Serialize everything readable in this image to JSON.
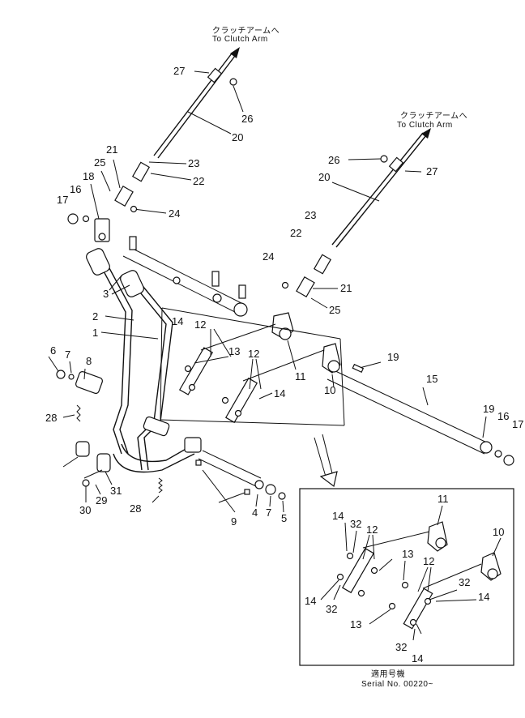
{
  "captions": {
    "top_left_jp": "クラッチアームへ",
    "top_left_en": "To Clutch Arm",
    "top_right_jp": "クラッチアームへ",
    "top_right_en": "To Clutch Arm",
    "serial_jp": "適用号機",
    "serial_en": "Serial No. 00220~"
  },
  "part_labels": [
    {
      "id": "l27a",
      "text": "27"
    },
    {
      "id": "l26a",
      "text": "26"
    },
    {
      "id": "l20a",
      "text": "20"
    },
    {
      "id": "l21a",
      "text": "21"
    },
    {
      "id": "l25a",
      "text": "25"
    },
    {
      "id": "l23a",
      "text": "23"
    },
    {
      "id": "l18",
      "text": "18"
    },
    {
      "id": "l22a",
      "text": "22"
    },
    {
      "id": "l17a",
      "text": "17"
    },
    {
      "id": "l16a",
      "text": "16"
    },
    {
      "id": "l24a",
      "text": "24"
    },
    {
      "id": "l3",
      "text": "3"
    },
    {
      "id": "l2",
      "text": "2"
    },
    {
      "id": "l1",
      "text": "1"
    },
    {
      "id": "l14a",
      "text": "14"
    },
    {
      "id": "l12a",
      "text": "12"
    },
    {
      "id": "l13a",
      "text": "13"
    },
    {
      "id": "l12b",
      "text": "12"
    },
    {
      "id": "l6",
      "text": "6"
    },
    {
      "id": "l7a",
      "text": "7"
    },
    {
      "id": "l8",
      "text": "8"
    },
    {
      "id": "l28a",
      "text": "28"
    },
    {
      "id": "l14b",
      "text": "14"
    },
    {
      "id": "l11a",
      "text": "11"
    },
    {
      "id": "l10a",
      "text": "10"
    },
    {
      "id": "l19a",
      "text": "19"
    },
    {
      "id": "l15",
      "text": "15"
    },
    {
      "id": "l19b",
      "text": "19"
    },
    {
      "id": "l16b",
      "text": "16"
    },
    {
      "id": "l17b",
      "text": "17"
    },
    {
      "id": "l26b",
      "text": "26"
    },
    {
      "id": "l27b",
      "text": "27"
    },
    {
      "id": "l20b",
      "text": "20"
    },
    {
      "id": "l23b",
      "text": "23"
    },
    {
      "id": "l22b",
      "text": "22"
    },
    {
      "id": "l24b",
      "text": "24"
    },
    {
      "id": "l21b",
      "text": "21"
    },
    {
      "id": "l25b",
      "text": "25"
    },
    {
      "id": "l30",
      "text": "30"
    },
    {
      "id": "l29",
      "text": "29"
    },
    {
      "id": "l31",
      "text": "31"
    },
    {
      "id": "l28b",
      "text": "28"
    },
    {
      "id": "l9",
      "text": "9"
    },
    {
      "id": "l4",
      "text": "4"
    },
    {
      "id": "l7b",
      "text": "7"
    },
    {
      "id": "l5",
      "text": "5"
    },
    {
      "id": "i11",
      "text": "11"
    },
    {
      "id": "i14a",
      "text": "14"
    },
    {
      "id": "i32a",
      "text": "32"
    },
    {
      "id": "i12a",
      "text": "12"
    },
    {
      "id": "i10",
      "text": "10"
    },
    {
      "id": "i13a",
      "text": "13"
    },
    {
      "id": "i12b",
      "text": "12"
    },
    {
      "id": "i32b",
      "text": "32"
    },
    {
      "id": "i14b",
      "text": "14"
    },
    {
      "id": "i32c",
      "text": "32"
    },
    {
      "id": "i14c",
      "text": "14"
    },
    {
      "id": "i13b",
      "text": "13"
    },
    {
      "id": "i32d",
      "text": "32"
    },
    {
      "id": "i14d",
      "text": "14"
    }
  ]
}
